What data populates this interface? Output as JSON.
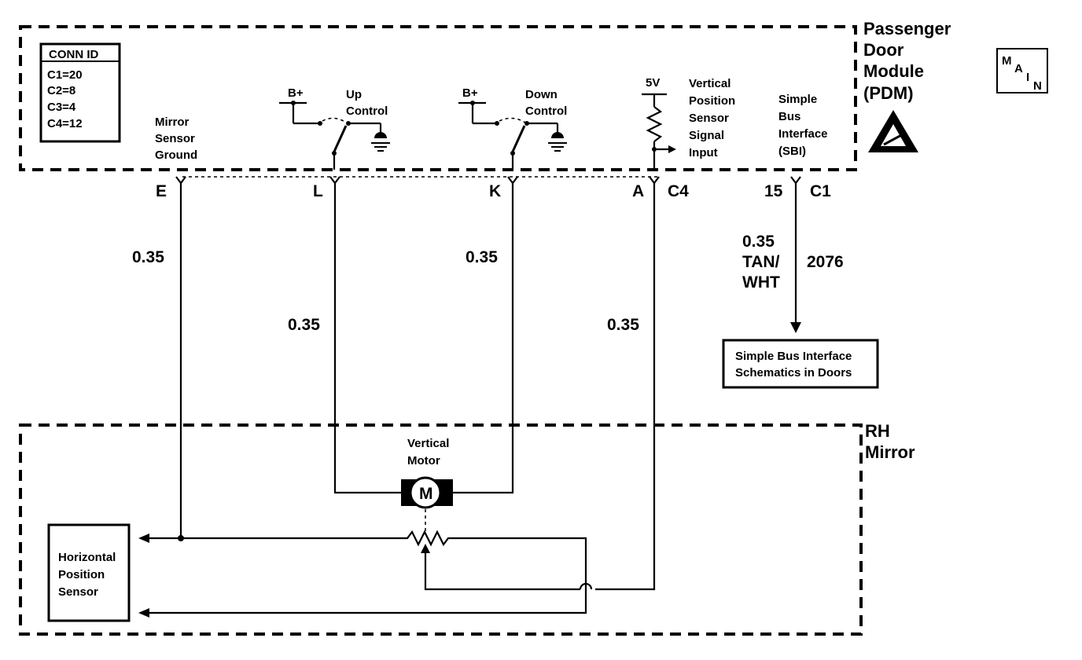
{
  "module": {
    "name_lines": [
      "Passenger",
      "Door",
      "Module",
      "(PDM)"
    ]
  },
  "conn_id": {
    "title": "CONN ID",
    "rows": [
      "C1=20",
      "C2=8",
      "C3=4",
      "C4=12"
    ]
  },
  "main_badge": {
    "letters": [
      "M",
      "A",
      "I",
      "N"
    ]
  },
  "mirror": {
    "name_lines": [
      "RH",
      "Mirror"
    ]
  },
  "labels": {
    "mirror_sensor_ground": [
      "Mirror",
      "Sensor",
      "Ground"
    ],
    "up_control": [
      "Up",
      "Control"
    ],
    "down_control": [
      "Down",
      "Control"
    ],
    "bplus_1": "B+",
    "bplus_2": "B+",
    "five_v": "5V",
    "vps_input": [
      "Vertical",
      "Position",
      "Sensor",
      "Signal",
      "Input"
    ],
    "sbi": [
      "Simple",
      "Bus",
      "Interface",
      "(SBI)"
    ],
    "vertical_motor": [
      "Vertical",
      "Motor"
    ],
    "motor_symbol": "M",
    "horizontal_sensor": [
      "Horizontal",
      "Position",
      "Sensor"
    ]
  },
  "pins": {
    "e": "E",
    "l": "L",
    "k": "K",
    "a": "A",
    "c4": "C4",
    "p15": "15",
    "c1": "C1"
  },
  "wires": {
    "w_e": "0.35",
    "w_l": "0.35",
    "w_k": "0.35",
    "w_a": "0.35",
    "sbi_size": "0.35",
    "sbi_color_1": "TAN/",
    "sbi_color_2": "WHT",
    "sbi_circuit": "2076"
  },
  "sbi_box": {
    "lines": [
      "Simple Bus Interface",
      "Schematics in Doors"
    ]
  }
}
